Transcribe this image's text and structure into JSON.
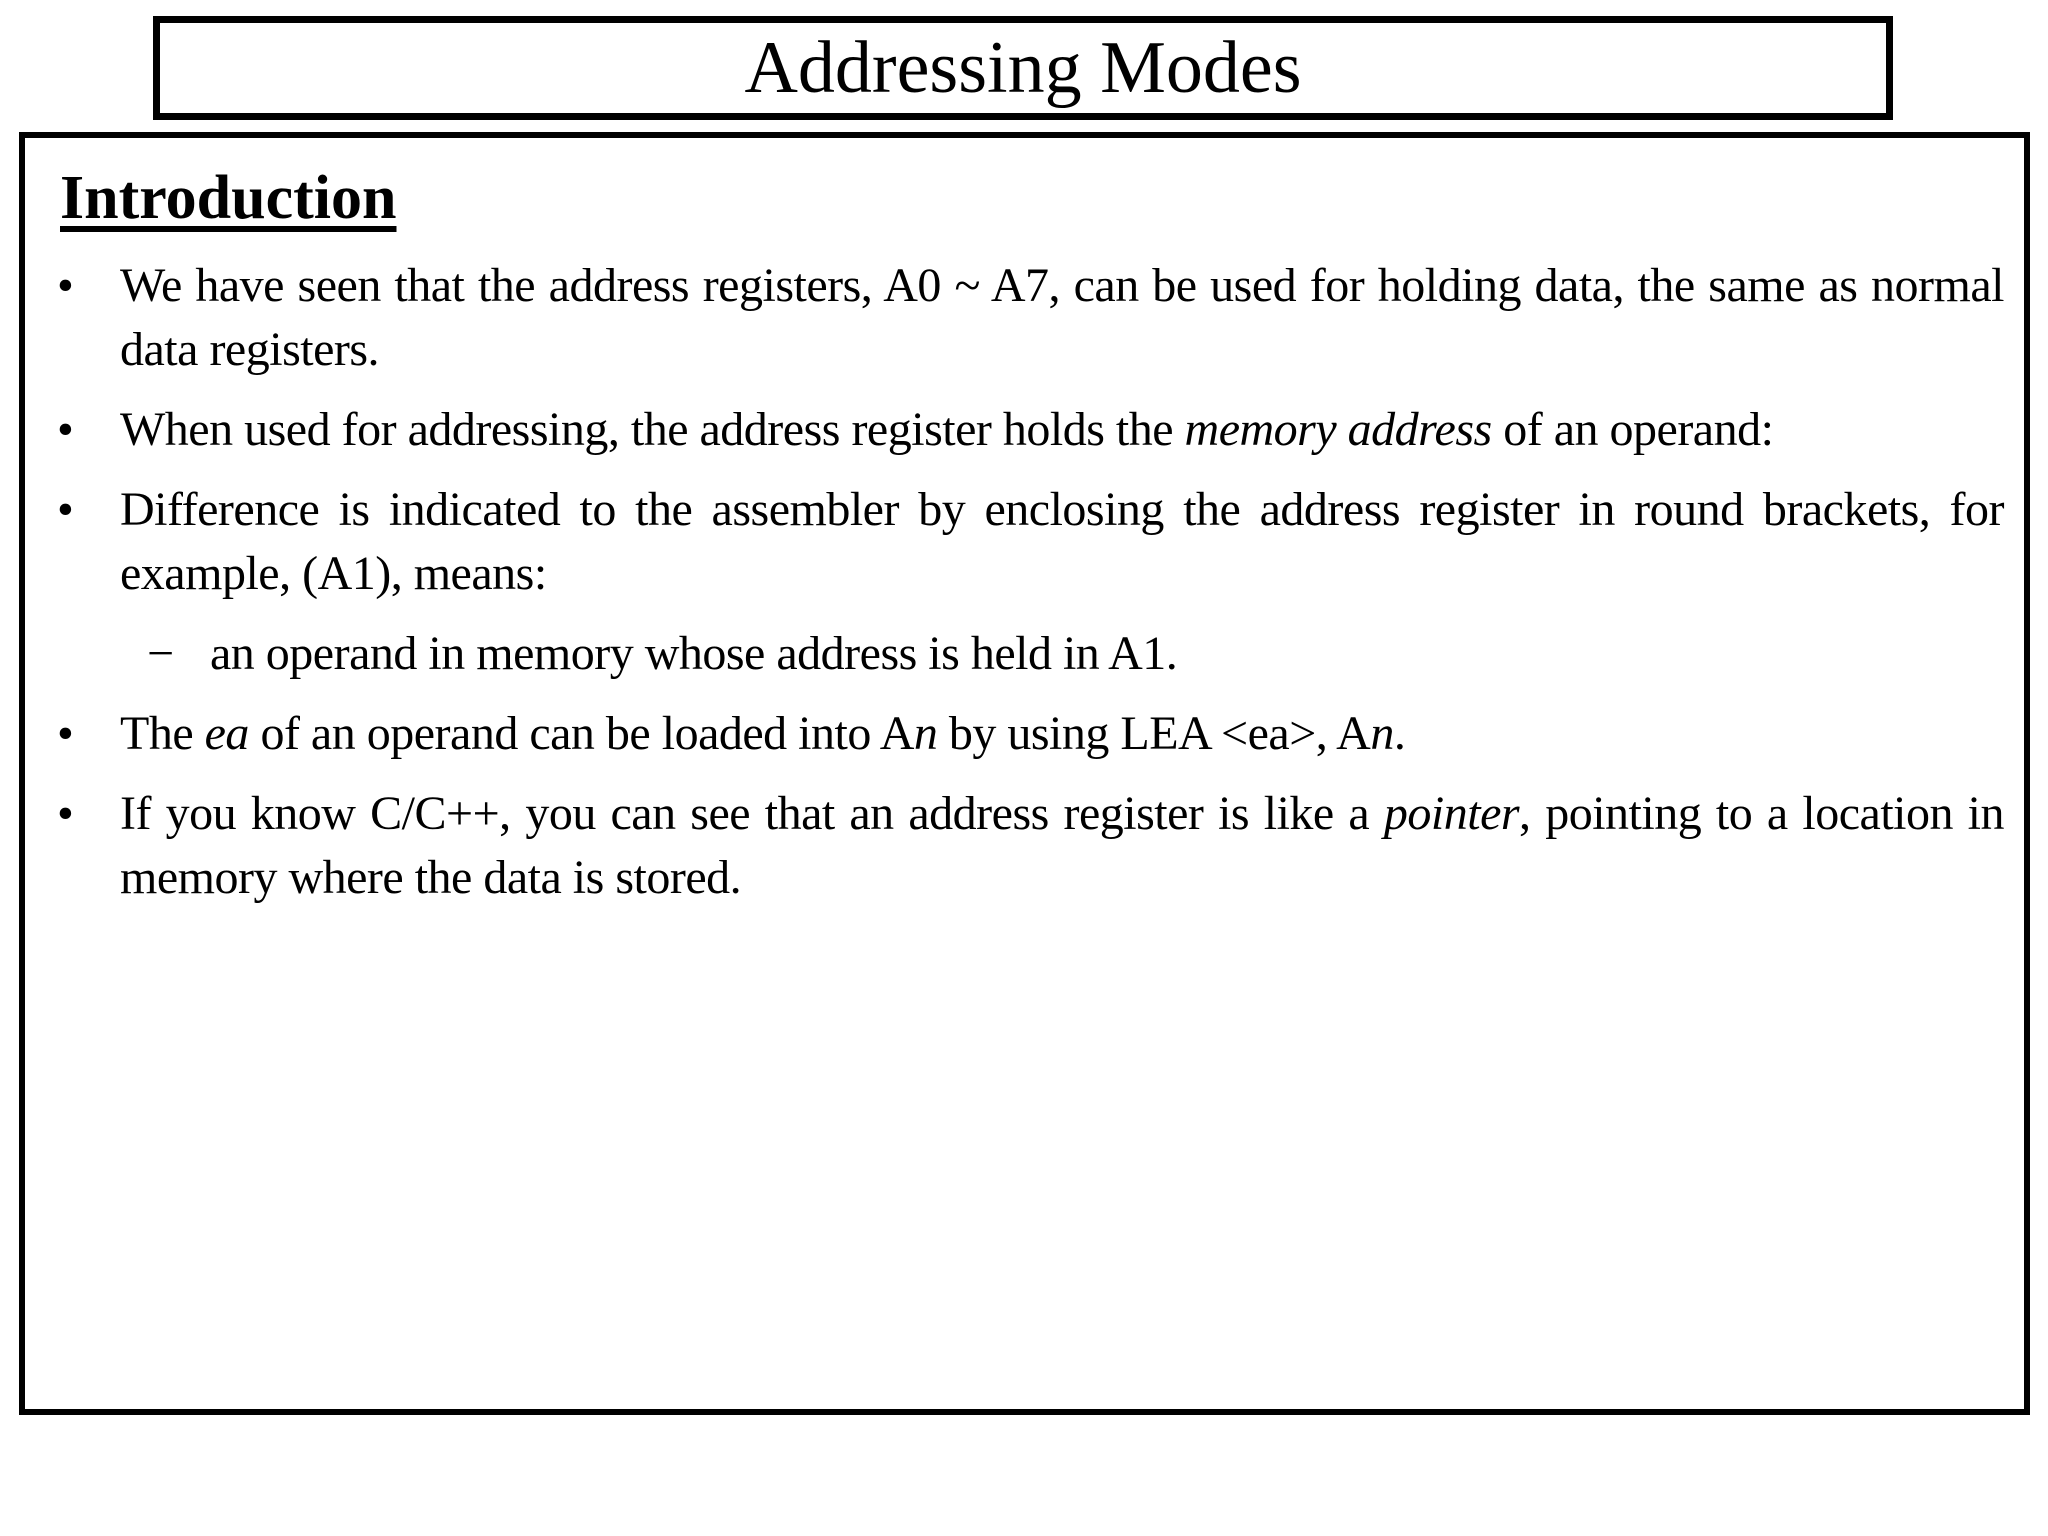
{
  "title": "Addressing Modes",
  "section_heading": "Introduction",
  "bullets": [
    {
      "level": 1,
      "marker": "•",
      "segments": [
        {
          "text": "We have seen that the address registers, A0 ~ A7,  can be used for holding data, the same as normal data registers.",
          "italic": false
        }
      ]
    },
    {
      "level": 1,
      "marker": "•",
      "segments": [
        {
          "text": "When used for addressing, the address register holds the ",
          "italic": false
        },
        {
          "text": "memory address",
          "italic": true
        },
        {
          "text": " of an operand:",
          "italic": false
        }
      ]
    },
    {
      "level": 1,
      "marker": "•",
      "segments": [
        {
          "text": "Difference is indicated to the assembler by enclosing the address register in round brackets, for example, (A1), means:",
          "italic": false
        }
      ]
    },
    {
      "level": 2,
      "marker": "−",
      "segments": [
        {
          "text": "an operand in memory whose address is held in A1.",
          "italic": false
        }
      ]
    },
    {
      "level": 1,
      "marker": "•",
      "segments": [
        {
          "text": "The ",
          "italic": false
        },
        {
          "text": "ea",
          "italic": true
        },
        {
          "text": " of an operand can be loaded into A",
          "italic": false
        },
        {
          "text": "n",
          "italic": true
        },
        {
          "text": " by using LEA <ea>, A",
          "italic": false
        },
        {
          "text": "n",
          "italic": true
        },
        {
          "text": ".",
          "italic": false
        }
      ]
    },
    {
      "level": 1,
      "marker": "•",
      "segments": [
        {
          "text": "If you know C/C++, you can see that an address register is like a ",
          "italic": false
        },
        {
          "text": "pointer",
          "italic": true
        },
        {
          "text": ", pointing to a location in memory where the data is stored.",
          "italic": false
        }
      ]
    }
  ],
  "colors": {
    "text": "#000000",
    "background": "#ffffff",
    "border": "#000000"
  }
}
